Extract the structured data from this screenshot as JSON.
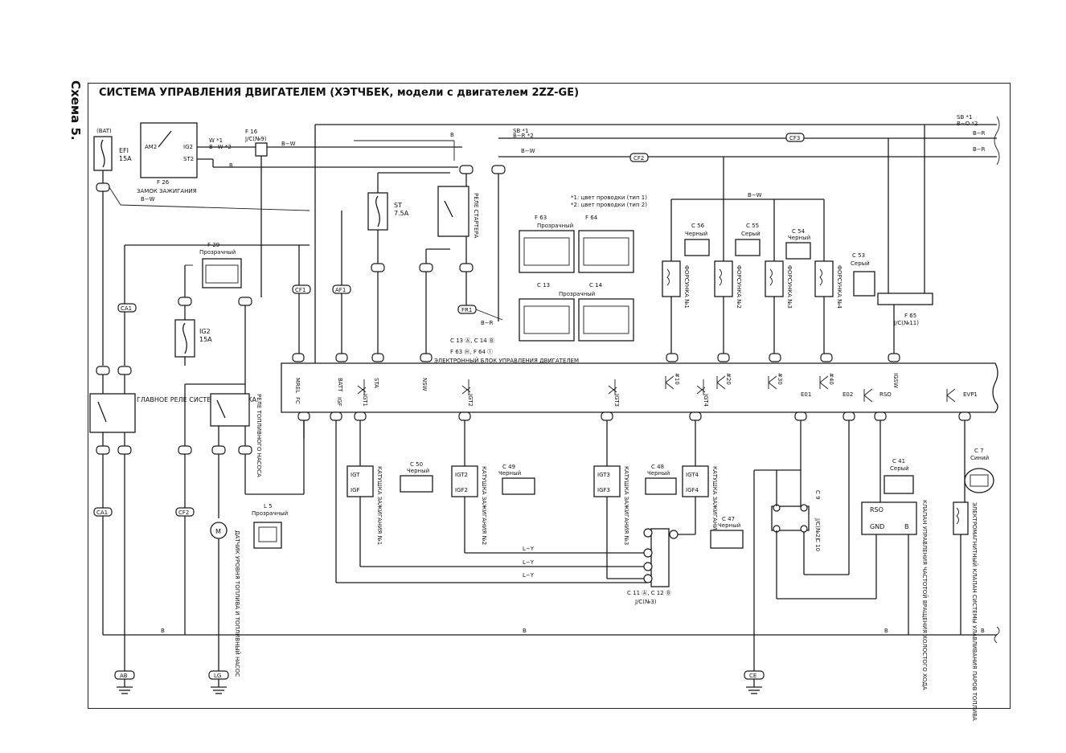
{
  "side_label": "Схема 5.",
  "title": "СИСТЕМА УПРАВЛЕНИЯ ДВИГАТЕЛЕМ (ХЭТЧБЕК, модели с двигателем 2ZZ-GE)",
  "fuses": {
    "efi": {
      "name": "EFI",
      "rating": "15A",
      "source": "(BAT)"
    },
    "ig2": {
      "name": "IG2",
      "rating": "15A"
    },
    "st": {
      "name": "ST",
      "rating": "7.5A"
    }
  },
  "ignition_switch": {
    "label": "ЗАМОК ЗАЖИГАНИЯ",
    "code": "F 26",
    "am2": "AM2",
    "ig2": "IG2",
    "st2": "ST2"
  },
  "jc9": {
    "code": "F 16",
    "name": "J/C(№9)"
  },
  "connector_f29": {
    "code": "F 29",
    "color": "Прозрачный"
  },
  "relays": {
    "main": "ГЛАВНОЕ РЕЛЕ СИСТЕМЫ ВПРЫСКА",
    "fuel_pump": "РЕЛЕ ТОПЛИВНОГО НАСОСА",
    "starter": "РЕЛЕ СТАРТЕРА"
  },
  "wire_notes": {
    "type1": "*1: цвет проводки (тип 1)",
    "type2": "*2: цвет проводки (тип 2)"
  },
  "ecu_connectors": {
    "f63": "F 63",
    "f64": "F 64",
    "c13": "C 13",
    "c14": "C 14",
    "transparent": "Прозрачный",
    "ref": "C 13 Ⓐ, C 14 Ⓑ",
    "ref2": "F 63 Ⓗ, F 64 Ⓘ"
  },
  "ecu": {
    "label": "ЭЛЕКТРОННЫЙ БЛОК УПРАВЛЕНИЯ ДВИГАТЕЛЕМ",
    "terminals": [
      "MREL",
      "BATT",
      "STA",
      "NSW",
      "#10",
      "#20",
      "#30",
      "#40",
      "IGSW",
      "FC",
      "IGF",
      "IGT1",
      "IGT2",
      "IGT3",
      "IGT4",
      "E01",
      "E02",
      "RSO",
      "EVP1"
    ]
  },
  "injectors": [
    {
      "label": "ФОРСУНКА №1",
      "code": "C 56",
      "color": "Черный"
    },
    {
      "label": "ФОРСУНКА №2",
      "code": "C 55",
      "color": "Серый"
    },
    {
      "label": "ФОРСУНКА №3",
      "code": "C 54",
      "color": "Черный"
    },
    {
      "label": "ФОРСУНКА №4",
      "code": "C 53",
      "color": "Серый"
    }
  ],
  "jc11": {
    "code": "F 65",
    "name": "J/C(№11)"
  },
  "coils": [
    {
      "label": "КАТУШКА ЗАЖИГАНИЯ №1",
      "code": "C 50",
      "color": "Черный"
    },
    {
      "label": "КАТУШКА ЗАЖИГАНИЯ №2",
      "code": "C 49",
      "color": "Черный"
    },
    {
      "label": "КАТУШКА ЗАЖИГАНИЯ №3",
      "code": "C 48",
      "color": "Черный"
    },
    {
      "label": "КАТУШКА ЗАЖИГАНИЯ №4",
      "code": "C 47",
      "color": "Черный"
    }
  ],
  "fuel_sensor": {
    "label": "ДАТЧИК УРОВНЯ ТОПЛИВА И ТОПЛИВНЫЙ НАСОС",
    "code": "L 5",
    "color": "Прозрачный"
  },
  "jc3": {
    "name": "J/C(№3)",
    "ref": "C 11 Ⓐ, C 12 Ⓑ"
  },
  "jc2": {
    "name": "J/C(№2)",
    "c9": "C 9",
    "c10": "C 10"
  },
  "idle_valve": {
    "label": "КЛАПАН УПРАВЛЕНИЯ ЧАСТОТОЙ ВРАЩЕНИЯ ХОЛОСТОГО ХОДА",
    "code": "C 41",
    "color": "Серый",
    "rso": "RSO",
    "gnd": "GND",
    "b": "B"
  },
  "evap_valve": {
    "label": "ЭЛЕКТРОМАГНИТНЫЙ КЛАПАН СИСТЕМЫ УЛАВЛИВАНИЯ ПАРОВ ТОПЛИВА",
    "code": "C 7",
    "color": "Синий"
  },
  "grounds": [
    "AB",
    "LG",
    "CE"
  ],
  "junctions": [
    "CA1",
    "CF2",
    "CF1",
    "AF1",
    "CF3",
    "FR1",
    "CF2"
  ]
}
